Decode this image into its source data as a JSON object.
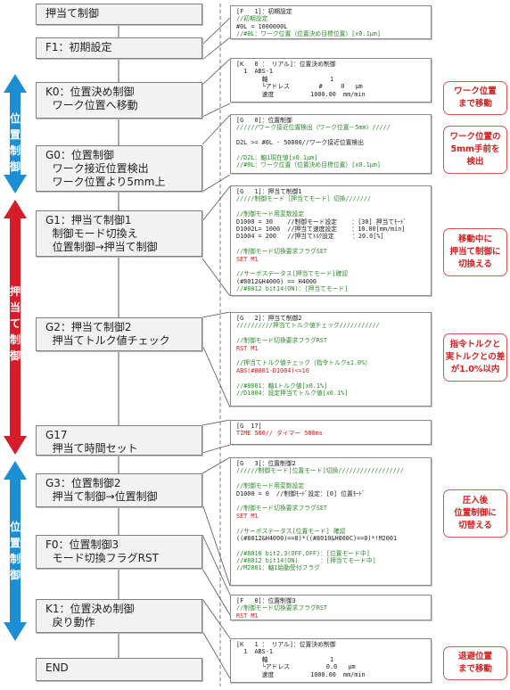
{
  "colors": {
    "blue": "#1c8ed3",
    "red": "#d61e2a",
    "note": "#d22020",
    "comment": "#2c8a2c"
  },
  "side_arrows": [
    {
      "label": "位置制御",
      "color": "blue"
    },
    {
      "label": "押当て制御",
      "color": "red"
    },
    {
      "label": "位置制御",
      "color": "blue"
    }
  ],
  "steps": [
    {
      "lines": [
        "押当て制御"
      ]
    },
    {
      "lines": [
        "F1：初期設定"
      ]
    },
    {
      "lines": [
        "K0：位置決め制御",
        "  ワーク位置へ移動"
      ]
    },
    {
      "lines": [
        "G0：位置制御",
        "  ワーク接近位置検出",
        "  ワーク位置より5mm上"
      ]
    },
    {
      "lines": [
        "G1：押当て制御1",
        "  制御モード切換え",
        "  位置制御→押当て制御"
      ]
    },
    {
      "lines": [
        "G2：押当て制御2",
        "  押当てトルク値チェック"
      ]
    },
    {
      "lines": [
        "G17",
        "  押当て時間セット"
      ]
    },
    {
      "lines": [
        "G3：位置制御2",
        "  押当て制御→位置制御"
      ]
    },
    {
      "lines": [
        "F0：位置制御3",
        "  モード切換フラグRST"
      ]
    },
    {
      "lines": [
        "K1：位置決め制御",
        "  戻り動作"
      ]
    },
    {
      "lines": [
        "END"
      ]
    }
  ],
  "code_boxes": [
    {
      "lines": [
        {
          "c": "black",
          "t": "[F   1]：初期設定"
        },
        {
          "c": "green",
          "t": "//初期設定"
        },
        {
          "c": "black",
          "t": "#0L = 1000000L"
        },
        {
          "c": "green",
          "t": "//#0L：ワーク位置（位置決め目標位置）[x0.1μm]"
        }
      ]
    },
    {
      "lines": [
        {
          "c": "black",
          "t": "[K   0 ： リアル]：位置決め制御"
        },
        {
          "c": "black",
          "t": "  1  ABS-1"
        },
        {
          "c": "black",
          "t": "       軸                 1"
        },
        {
          "c": "black",
          "t": "       └アドレス        #     0   μm"
        },
        {
          "c": "black",
          "t": "       速度          1000.00  mm/min"
        }
      ]
    },
    {
      "lines": [
        {
          "c": "black",
          "t": "[G   0]：位置制御"
        },
        {
          "c": "green",
          "t": "//////ワーク接近位置検出（ワーク位置－5mm）/////"
        },
        {
          "c": "black",
          "t": ""
        },
        {
          "c": "black",
          "t": "D2L >= #0L - 50000//ワーク接近位置検出"
        },
        {
          "c": "black",
          "t": ""
        },
        {
          "c": "green",
          "t": "//D2L：軸1現在値[x0.1μm]"
        },
        {
          "c": "green",
          "t": "//#0L：ワーク位置（位置決め目標位置）[x0.1μm]"
        }
      ]
    },
    {
      "lines": [
        {
          "c": "black",
          "t": "[G   1]：押当て制御1"
        },
        {
          "c": "green",
          "t": "/////制御モード［押当てモード］切換///////"
        },
        {
          "c": "black",
          "t": ""
        },
        {
          "c": "green",
          "t": "//制御モード用変数設定"
        },
        {
          "c": "black",
          "t": "D1000 = 30    //制御モード設定    ：[30] 押当てﾓｰﾄﾞ"
        },
        {
          "c": "black",
          "t": "D1002L= 1000  //押当て速度設定    ：10.00[mm/min]"
        },
        {
          "c": "black",
          "t": "D1004 = 200   //押当てﾄﾙｸ設定     ：20.0[%]"
        },
        {
          "c": "black",
          "t": ""
        },
        {
          "c": "green",
          "t": "//制御モード切換要求フラグSET"
        },
        {
          "c": "red",
          "t": "SET M1"
        },
        {
          "c": "black",
          "t": ""
        },
        {
          "c": "green",
          "t": "//サーボステータス[押当てモード]確認"
        },
        {
          "c": "black",
          "t": "(#8012&H4000) == H4000"
        },
        {
          "c": "green",
          "t": "//#8012 bit14(ON)：[押当てモード]"
        }
      ]
    },
    {
      "lines": [
        {
          "c": "black",
          "t": "[G   2]：押当て制御2"
        },
        {
          "c": "green",
          "t": "//////////押当てトルク値チェック///////////"
        },
        {
          "c": "black",
          "t": ""
        },
        {
          "c": "green",
          "t": "//制御モード切換要求フラグRST"
        },
        {
          "c": "red",
          "t": "RST M1"
        },
        {
          "c": "black",
          "t": ""
        },
        {
          "c": "green",
          "t": "//押当てトルク値チェック（指令トルク±1.0%）"
        },
        {
          "c": "red",
          "t": "ABS(#8001-D1004)<=10"
        },
        {
          "c": "black",
          "t": ""
        },
        {
          "c": "green",
          "t": "//#8001：軸1トルク値[x0.1%]"
        },
        {
          "c": "green",
          "t": "//D1004：設定押当てトルク値[x0.1%]"
        }
      ]
    },
    {
      "lines": [
        {
          "c": "black",
          "t": "[G  17]"
        },
        {
          "c": "red",
          "t": "TIME 500// タイマー 500ms"
        }
      ]
    },
    {
      "lines": [
        {
          "c": "black",
          "t": "[G   3]：位置制御2"
        },
        {
          "c": "green",
          "t": "//////制御モード[位置モード]切換//////////////////"
        },
        {
          "c": "black",
          "t": ""
        },
        {
          "c": "green",
          "t": "//制御モード用変数設定"
        },
        {
          "c": "black",
          "t": "D1000 = 0  //制御ﾓｰﾄﾞ設定：[0] 位置ﾓｰﾄﾞ"
        },
        {
          "c": "black",
          "t": ""
        },
        {
          "c": "green",
          "t": "//制御モード切換要求フラグSET"
        },
        {
          "c": "red",
          "t": "SET M1"
        },
        {
          "c": "black",
          "t": ""
        },
        {
          "c": "green",
          "t": "//サーボステータス[位置モード] 確認"
        },
        {
          "c": "black",
          "t": "((#8012&H4000)==0)*((#8010&H000C)==0)*!M2001"
        },
        {
          "c": "black",
          "t": ""
        },
        {
          "c": "green",
          "t": "//#8010 bit2,3(OFF,OFF)：[位置モード中]"
        },
        {
          "c": "green",
          "t": "//#8012 bit14(ON)      ：[押当てモード中]"
        },
        {
          "c": "green",
          "t": "//M2001：軸1始動受付フラグ"
        }
      ]
    },
    {
      "lines": [
        {
          "c": "black",
          "t": "[F   0]：位置制御3"
        },
        {
          "c": "green",
          "t": "//制御モード切換要求フラグRST"
        },
        {
          "c": "red",
          "t": "RST M1"
        }
      ]
    },
    {
      "lines": [
        {
          "c": "black",
          "t": "[K   1 ： リアル]：位置決め制御"
        },
        {
          "c": "black",
          "t": "  1  ABS-1"
        },
        {
          "c": "black",
          "t": "       軸                 1"
        },
        {
          "c": "black",
          "t": "       └アドレス          0.0   μm"
        },
        {
          "c": "black",
          "t": "       速度          1000.00  mm/min"
        }
      ]
    }
  ],
  "notes": [
    {
      "lines": [
        "ワーク位置",
        "まで移動"
      ]
    },
    {
      "lines": [
        "ワーク位置の",
        "5mm手前を",
        "検出"
      ]
    },
    {
      "lines": [
        "移動中に",
        "押当て制御に",
        "切換える"
      ]
    },
    {
      "lines": [
        "指令トルクと",
        "実トルクとの差",
        "が1.0%以内"
      ]
    },
    {
      "lines": [
        "圧入後",
        "位置制御に",
        "切替える"
      ]
    },
    {
      "lines": [
        "退避位置",
        "まで移動"
      ]
    }
  ]
}
